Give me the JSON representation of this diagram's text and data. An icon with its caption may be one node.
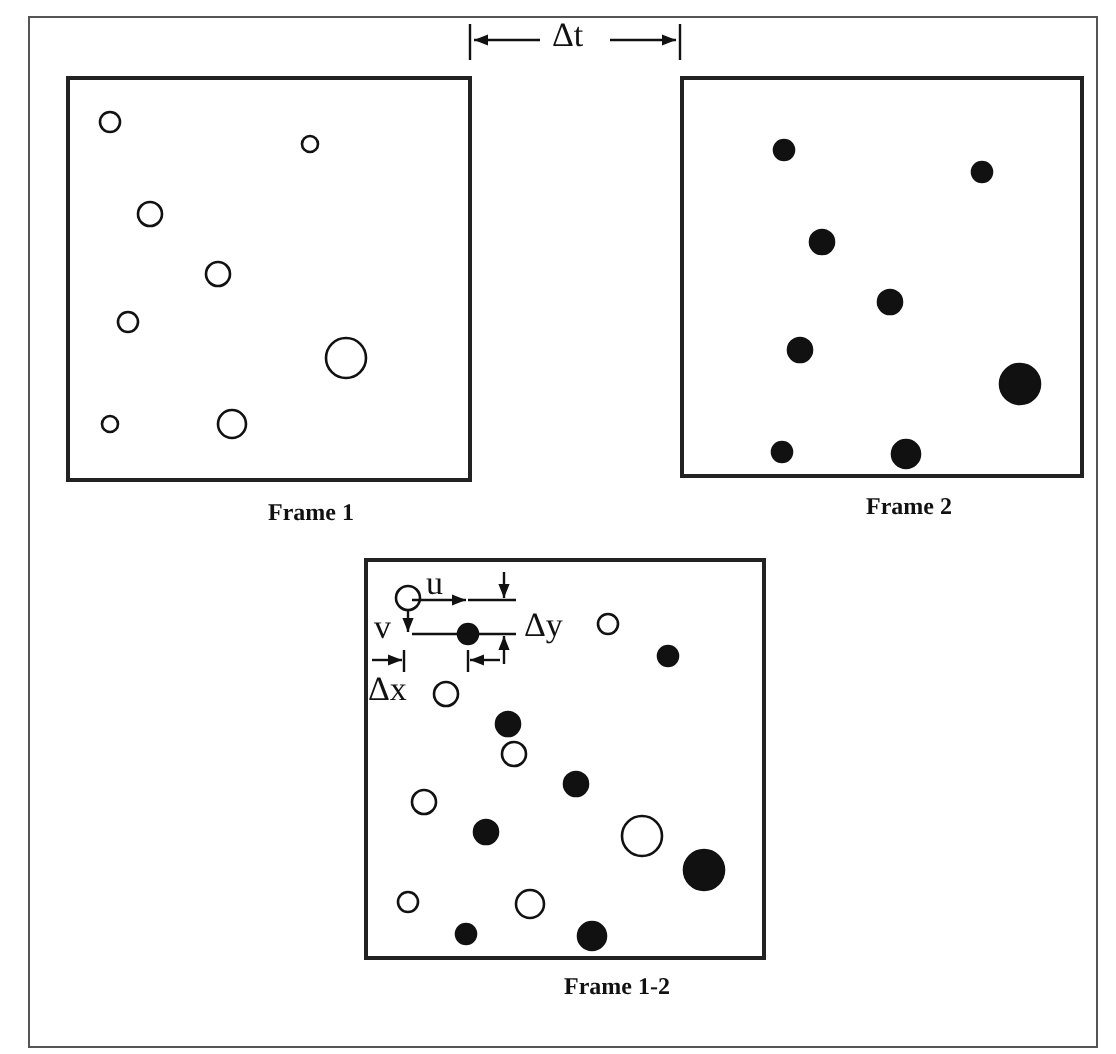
{
  "diagram": {
    "nodes": [
      {
        "text": [
          "Frame 1"
        ]
      },
      {
        "text": [
          "Frame 2"
        ]
      },
      {
        "text": [
          "Frame 1-2"
        ]
      }
    ],
    "edges": [],
    "labels": [
      "Δt",
      "u",
      "v",
      "Δy",
      "Δx"
    ]
  }
}
